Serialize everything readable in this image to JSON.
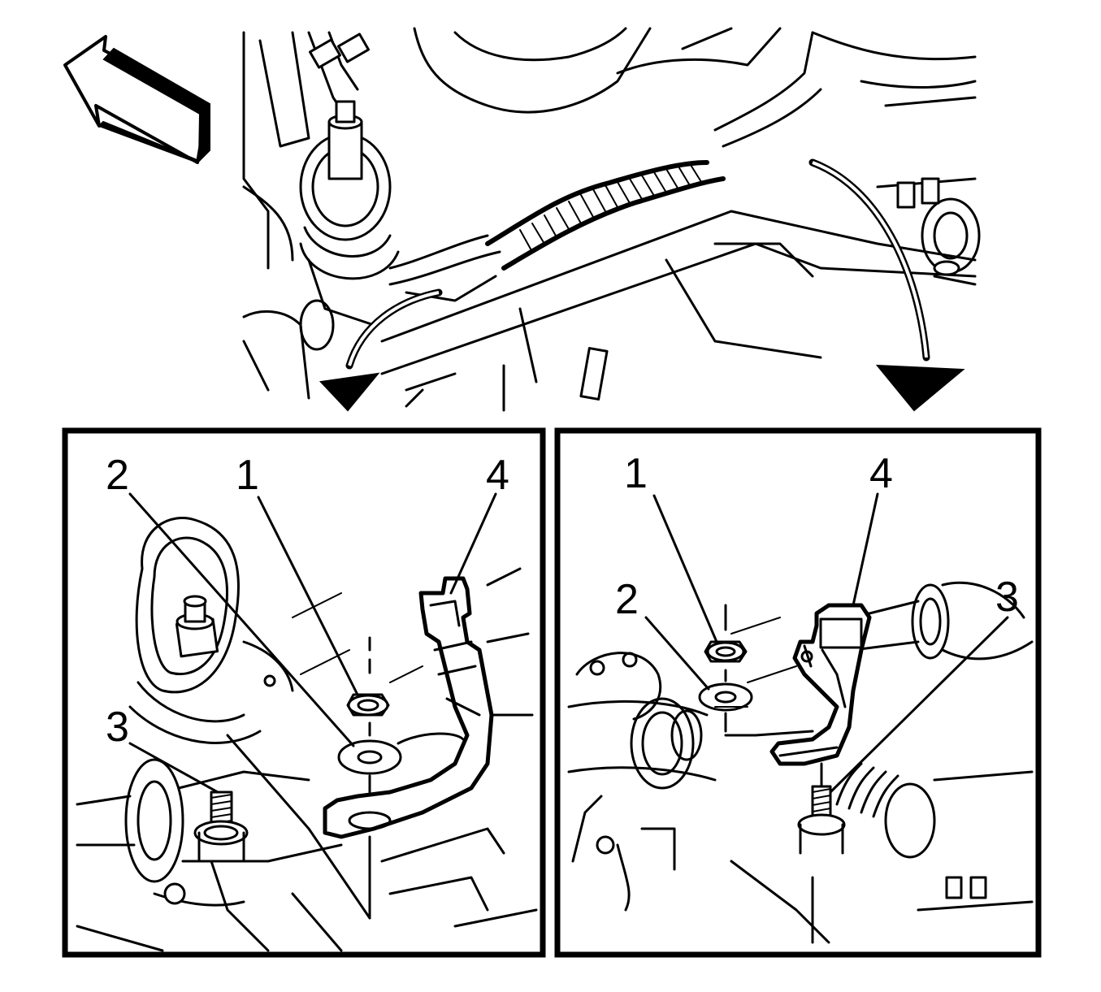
{
  "figure": {
    "left_panel": {
      "callouts": {
        "c1": "1",
        "c2": "2",
        "c3": "3",
        "c4": "4"
      }
    },
    "right_panel": {
      "callouts": {
        "c1": "1",
        "c2": "2",
        "c3": "3",
        "c4": "4"
      }
    },
    "top_view": {
      "icons": [
        "front-direction-arrow-icon",
        "rotation-arrow-left-icon",
        "rotation-arrow-right-icon"
      ]
    }
  },
  "colors": {
    "ink": "#000000",
    "paper": "#ffffff"
  }
}
